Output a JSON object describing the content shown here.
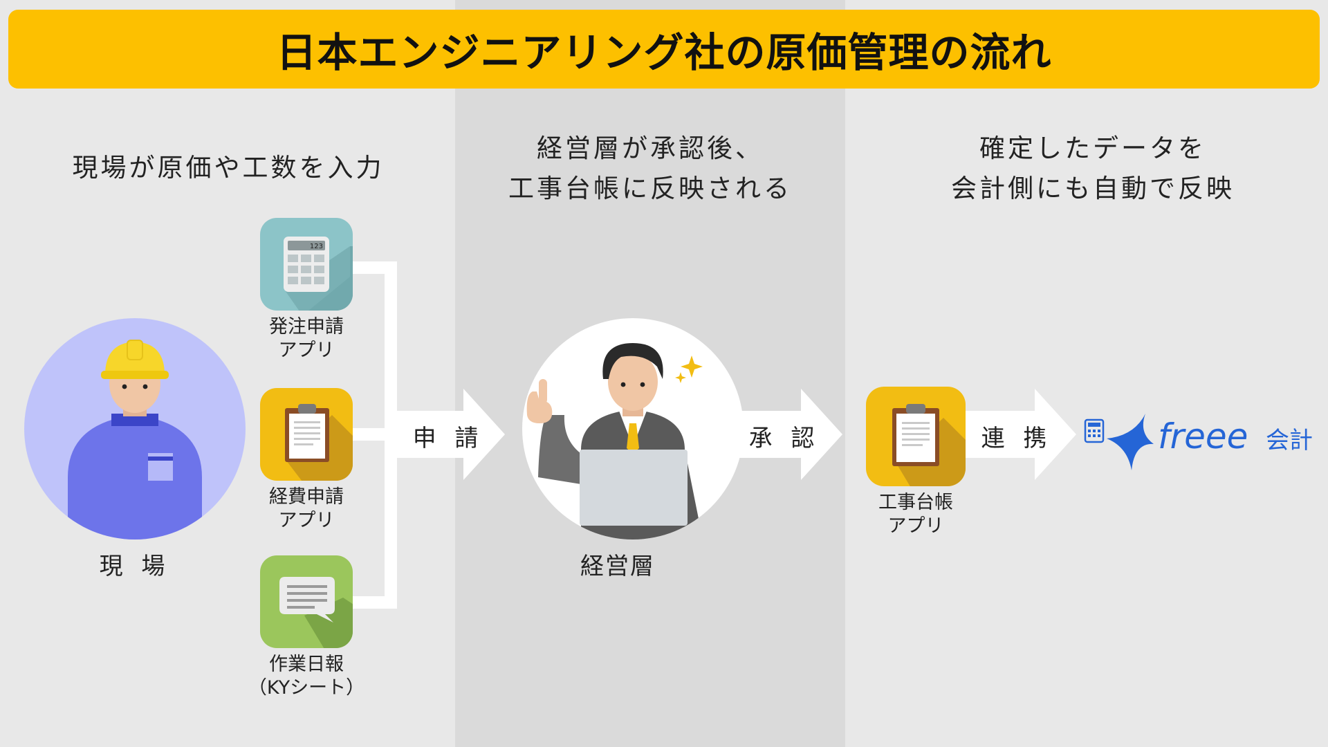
{
  "title": "日本エンジニアリング社の原価管理の流れ",
  "columns": {
    "field": {
      "caption": "現場が原価や工数を入力",
      "person_label": "現 場"
    },
    "management": {
      "caption_line1": "経営層が承認後、",
      "caption_line2": "工事台帳に反映される",
      "person_label": "経営層"
    },
    "accounting": {
      "caption_line1": "確定したデータを",
      "caption_line2": "会計側にも自動で反映"
    }
  },
  "apps": [
    {
      "icon": "calculator-icon",
      "line1": "発注申請",
      "line2": "アプリ",
      "display_number": "123"
    },
    {
      "icon": "clipboard-icon",
      "line1": "経費申請",
      "line2": "アプリ"
    },
    {
      "icon": "chat-bubble-icon",
      "line1": "作業日報",
      "line2": "（KYシート）"
    }
  ],
  "ledger_app": {
    "icon": "clipboard-icon",
    "line1": "工事台帳",
    "line2": "アプリ"
  },
  "arrows": {
    "apply": "申 請",
    "approve": "承 認",
    "link": "連 携"
  },
  "freee": {
    "wordmark": "freee",
    "suffix": "会計"
  },
  "colors": {
    "header": "#fdc000",
    "teal_icon": "#8cc4c8",
    "yellow_icon": "#f2bd13",
    "green_icon": "#9bc65c",
    "worker_bg": "#bfc3fa",
    "worker_body": "#6d74ea",
    "freee_blue": "#2565d6"
  }
}
